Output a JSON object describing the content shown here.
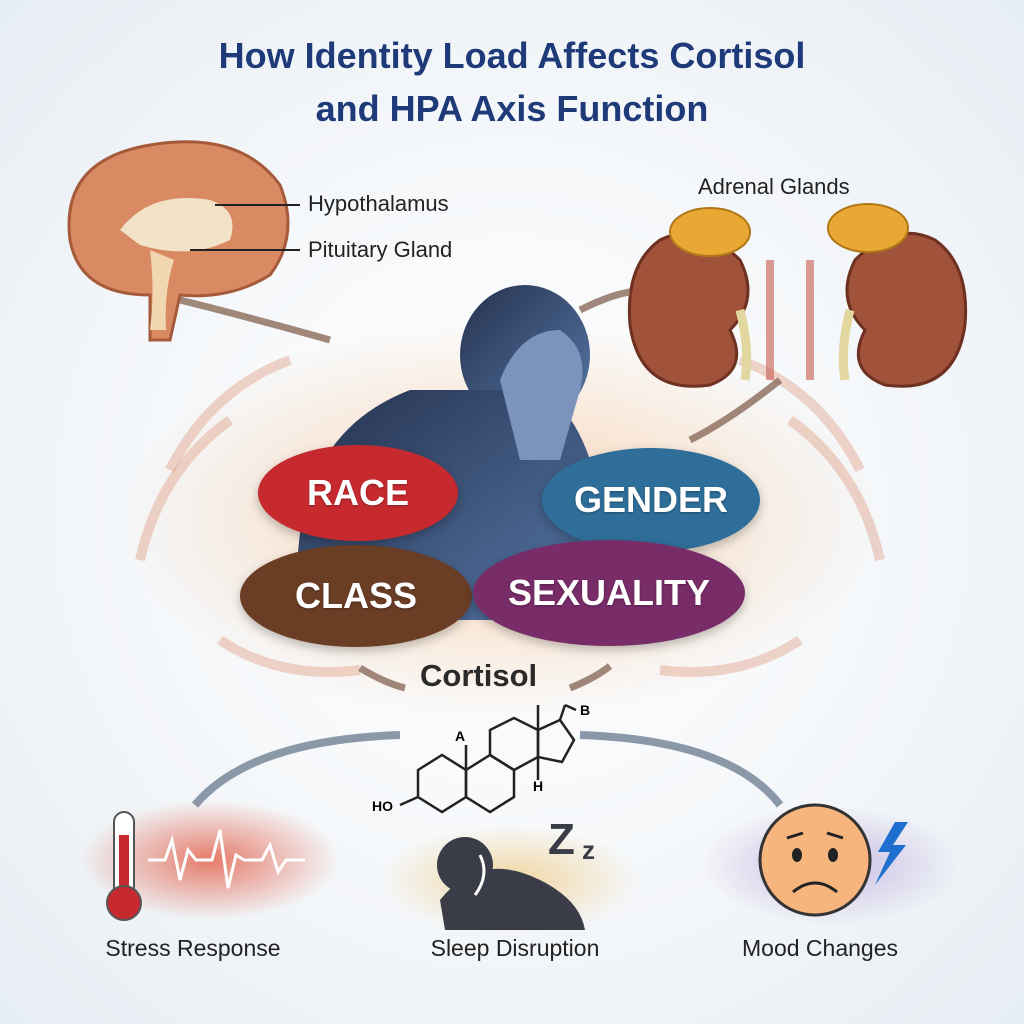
{
  "title": {
    "line1": "How Identity Load Affects Cortisol",
    "line2": "and HPA Axis Function"
  },
  "brain": {
    "labels": [
      "Hypothalamus",
      "Pituitary Gland"
    ]
  },
  "adrenal": {
    "label": "Adrenal Glands"
  },
  "identities": [
    {
      "label": "RACE",
      "color": "#c62a2f"
    },
    {
      "label": "GENDER",
      "color": "#2e6e98"
    },
    {
      "label": "CLASS",
      "color": "#6a3d25"
    },
    {
      "label": "SEXUALITY",
      "color": "#782c68"
    }
  ],
  "hormone": {
    "label": "Cortisol",
    "structure_labels": {
      "a": "A",
      "b": "B",
      "h": "H",
      "ho": "HO"
    }
  },
  "effects": [
    {
      "label": "Stress Response",
      "icon": "thermometer-icon"
    },
    {
      "label": "Sleep Disruption",
      "icon": "sleeping-person-icon",
      "zz": "Z",
      "z": "z"
    },
    {
      "label": "Mood Changes",
      "icon": "sad-face-icon"
    }
  ]
}
